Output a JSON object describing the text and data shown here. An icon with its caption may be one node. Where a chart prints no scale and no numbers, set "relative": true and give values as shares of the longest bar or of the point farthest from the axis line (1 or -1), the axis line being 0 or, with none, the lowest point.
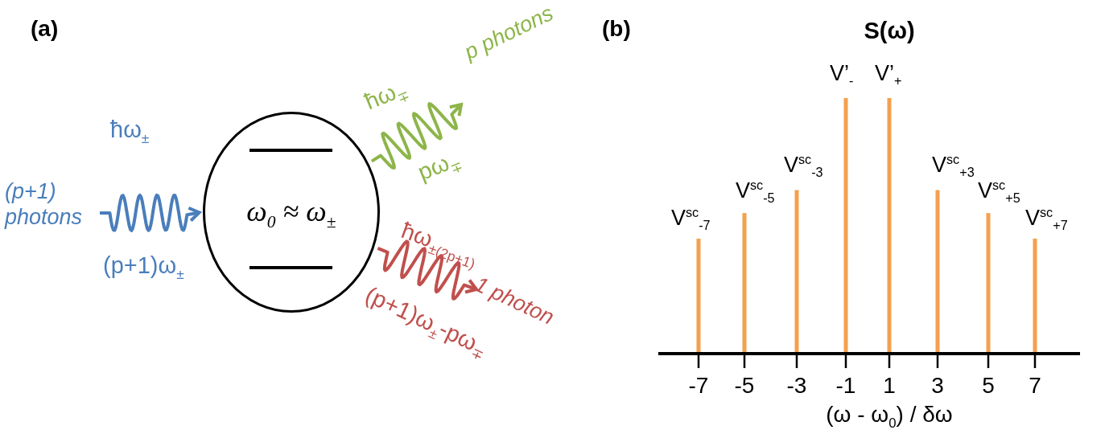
{
  "diagram": {
    "nodes": [
      {
        "text": [
          "ω$_{0}$ ≈ ω$_{±}$"
        ]
      },
      {
        "text": [
          "(p+1) photons"
        ]
      },
      {
        "text": [
          "p photons"
        ]
      },
      {
        "text": [
          "1 photon"
        ]
      }
    ],
    "edges": [
      {
        "from": 1,
        "to": 0,
        "arrow": "to",
        "label": "ħω$_{±}$",
        "color": "#4a7ebb"
      },
      {
        "from": 0,
        "to": 2,
        "arrow": "to",
        "label": "ħω$_{∓}$",
        "color": "#8db54a"
      },
      {
        "from": 0,
        "to": 3,
        "arrow": "to",
        "label": "ħω$_{±(2p+1)}$",
        "color": "#c0504d"
      }
    ],
    "labels": [
      "(a)",
      "(p+1)ω$_{±}$",
      "pω$_{∓}$",
      "(p+1)ω$_{±}$-pω$_{∓}$",
      "(b)",
      "V$^{sc}$$_{-7}$",
      "V$^{sc}$$_{-5}$",
      "V$^{sc}$$_{-3}$",
      "V’$_{-}$",
      "V’$_{+}$",
      "V$^{sc}$$_{+3}$",
      "V$^{sc}$$_{+5}$",
      "V$^{sc}$$_{+7}$"
    ],
    "chart_data": {
      "type": "bar",
      "title": "S(ω)",
      "xlabel": "(ω - ω$_{0}$) / δω",
      "categories": [
        "-7",
        "-5",
        "-3",
        "-1",
        "1",
        "3",
        "5",
        "7"
      ],
      "relative": true,
      "values": [
        0.45,
        0.55,
        0.64,
        1,
        1,
        0.64,
        0.55,
        0.45
      ]
    }
  }
}
